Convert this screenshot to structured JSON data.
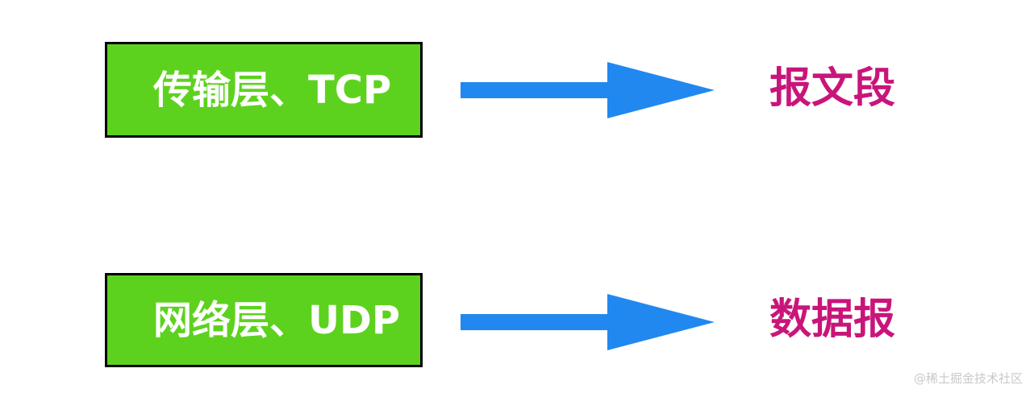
{
  "diagram": {
    "title": "Transport and network layer protocol data unit names",
    "background_color": "#FFFFFF",
    "palette": {
      "box_fill": "#5DD21E",
      "box_border": "#000000",
      "box_text": "#FFFFFF",
      "arrow": "#2188F0",
      "result_text": "#C9157A",
      "watermark_text": "#C9C9C9"
    },
    "rows": [
      {
        "id": "transport-tcp",
        "box_label": "传输层、TCP",
        "arrow_icon": "right-arrow-icon",
        "result_label": "报文段"
      },
      {
        "id": "network-udp",
        "box_label": "网络层、UDP",
        "arrow_icon": "right-arrow-icon",
        "result_label": "数据报"
      }
    ]
  },
  "watermark": {
    "text": "@稀土掘金技术社区"
  }
}
